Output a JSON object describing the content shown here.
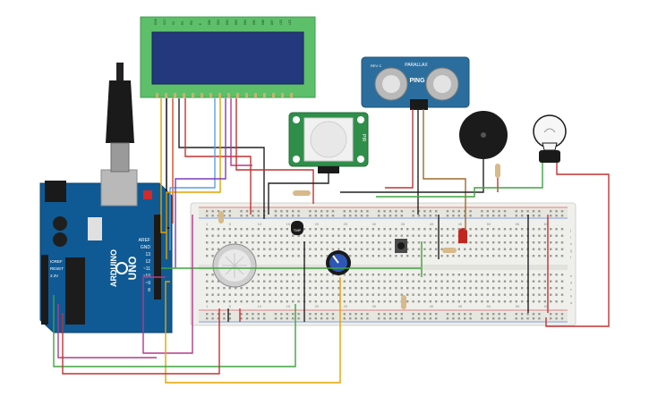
{
  "arduino": {
    "brand": "ARDUINO",
    "model": "UNO",
    "pin_labels": [
      "AREF",
      "GND",
      "13",
      "12",
      "~11",
      "~10",
      "~9",
      "8"
    ],
    "power_labels": [
      "IOREF",
      "RESET",
      "3.3V"
    ]
  },
  "lcd": {
    "pin_labels": [
      "GND",
      "VCC",
      "V0",
      "RS",
      "RW",
      "E",
      "DB0",
      "DB1",
      "DB2",
      "DB3",
      "DB4",
      "DB5",
      "DB6",
      "DB7",
      "LED",
      "LED"
    ]
  },
  "ultrasonic": {
    "vendor": "PARALLAX",
    "name": "PING",
    "rev": "REV C"
  },
  "pir": {
    "label": "PIR"
  },
  "temp_sensor": {
    "label": "TMP"
  },
  "breadboard": {
    "row_letters_right": [
      "j",
      "i",
      "h",
      "g",
      "f",
      "e",
      "d",
      "c",
      "b",
      "a"
    ],
    "column_numbers": [
      "1",
      "5",
      "10",
      "15",
      "20",
      "25",
      "30",
      "35",
      "40",
      "45",
      "50",
      "55",
      "60"
    ]
  },
  "colors": {
    "arduino_blue": "#0f5a94",
    "lcd_green": "#5dbf6a",
    "lcd_screen": "#24387e",
    "ping_blue": "#2b6e9e",
    "pir_green": "#2f8f4a",
    "breadboard": "#efefeb"
  },
  "icons": [
    "usb-cable-icon",
    "buzzer-icon",
    "light-bulb-icon",
    "potentiometer-icon",
    "pushbutton-icon",
    "led-icon",
    "resistor-icon",
    "gas-sensor-icon"
  ]
}
